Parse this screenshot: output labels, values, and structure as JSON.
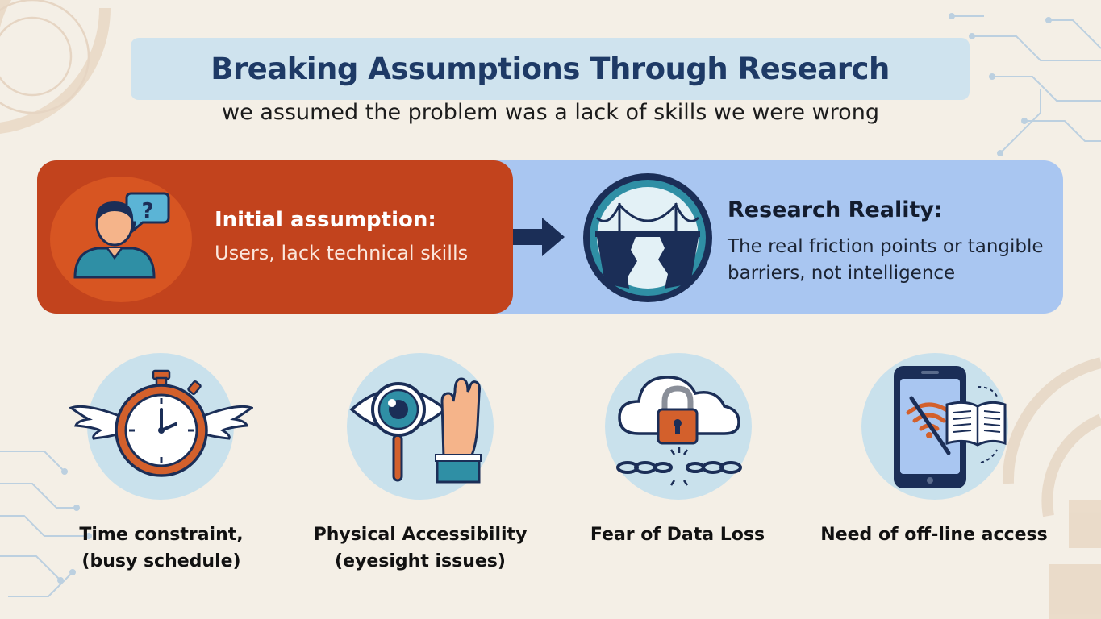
{
  "header": {
    "title": "Breaking Assumptions Through Research",
    "subtitle": "we assumed the problem was a lack of skills we were wrong"
  },
  "assumption": {
    "heading": "Initial assumption:",
    "body": "Users, lack technical skills",
    "icon": "user-question-icon"
  },
  "reality": {
    "heading": "Research Reality:",
    "body": "The real friction points or tangible barriers, not intelligence",
    "icon": "broken-bridge-icon"
  },
  "factors": [
    {
      "label_line1": "Time constraint,",
      "label_line2": "(busy schedule)",
      "icon": "winged-stopwatch-icon"
    },
    {
      "label_line1": "Physical Accessibility",
      "label_line2": "(eyesight issues)",
      "icon": "eye-magnifier-hand-icon"
    },
    {
      "label_line1": "Fear of Data Loss",
      "label_line2": "",
      "icon": "cloud-lock-broken-chain-icon"
    },
    {
      "label_line1": "Need of off-line access",
      "label_line2": "",
      "icon": "phone-offline-book-icon"
    }
  ],
  "colors": {
    "background": "#f4efe6",
    "title_banner": "#cfe3ee",
    "title_text": "#1e3a66",
    "assumption_panel": "#c2431d",
    "reality_band": "#a9c6f1",
    "arrow": "#1b2e57",
    "icon_circle": "#c9e1ec"
  }
}
